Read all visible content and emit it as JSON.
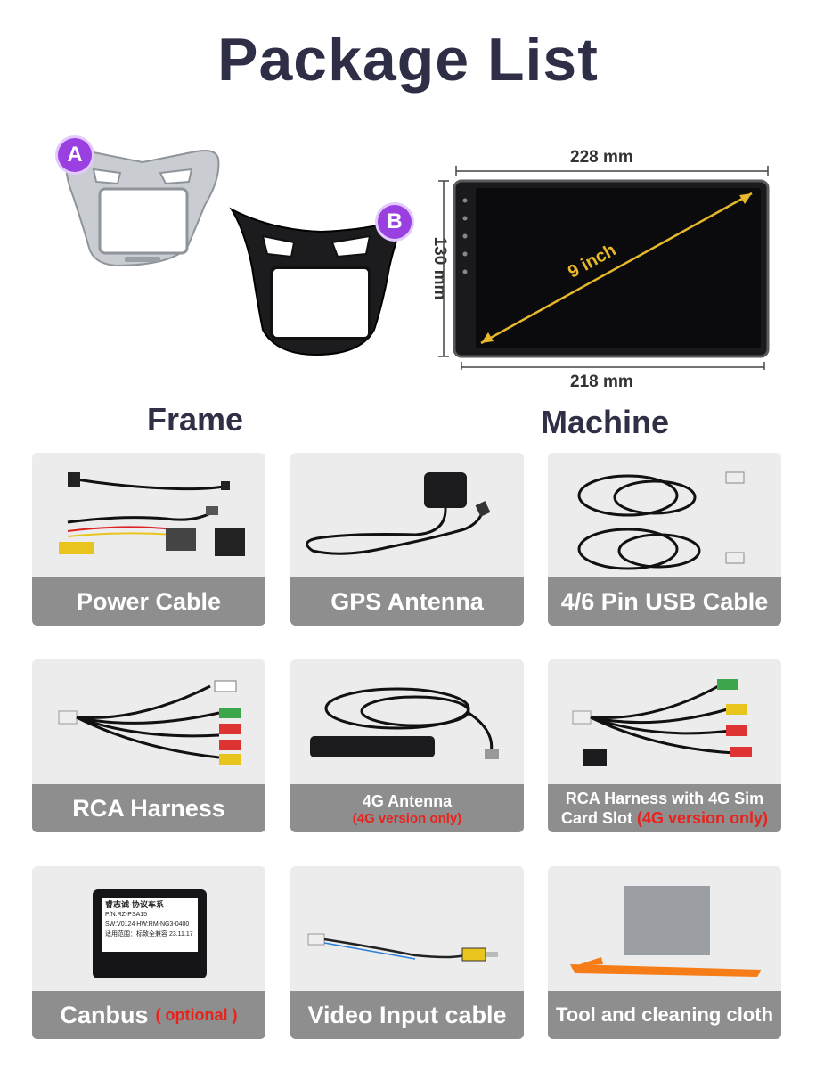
{
  "title": "Package List",
  "badges": {
    "a": "A",
    "b": "B"
  },
  "labels": {
    "frame": "Frame",
    "machine": "Machine"
  },
  "machine": {
    "width_top": "228 mm",
    "width_bottom": "218 mm",
    "height": "130 mm",
    "diagonal": "9 inch"
  },
  "items": [
    {
      "label": "Power Cable"
    },
    {
      "label": "GPS Antenna"
    },
    {
      "label": "4/6 Pin USB Cable"
    },
    {
      "label": "RCA Harness"
    },
    {
      "label": "4G Antenna",
      "note": "(4G version only)"
    },
    {
      "label_line1": "RCA Harness with 4G Sim",
      "label_line2": "Card Slot",
      "note": "(4G version only)"
    },
    {
      "label": "Canbus",
      "note": "( optional )"
    },
    {
      "label": "Video Input cable"
    },
    {
      "label": "Tool and cleaning cloth"
    }
  ],
  "canbus_box": {
    "line1": "睿志诚-协议车系",
    "line2": "P/N:RZ-PSA15",
    "line3": "SW:V0124  HW:RM-NG3-0400",
    "line4": "适用范围：标致全兼容  23.11.17"
  },
  "colors": {
    "title": "#2e2e47",
    "badge": "#9a3fe0",
    "caption_bg": "#8e8e8e",
    "card_bg": "#ececec",
    "note_red": "#e8221d",
    "diagonal": "#e6b82a"
  }
}
